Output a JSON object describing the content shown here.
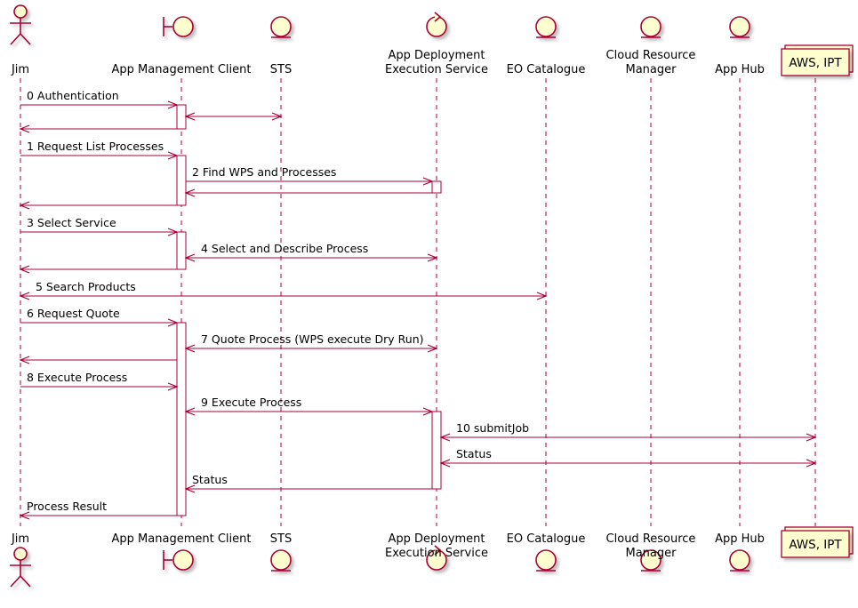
{
  "colors": {
    "line": "#A80036",
    "fill": "#FEFECE",
    "activation_fill": "#FFFFFF"
  },
  "participants": [
    {
      "id": "jim",
      "type": "actor",
      "icon": "actor-icon",
      "lines": [
        "Jim"
      ]
    },
    {
      "id": "amc",
      "type": "boundary",
      "icon": "boundary-icon",
      "lines": [
        "App Management Client"
      ]
    },
    {
      "id": "sts",
      "type": "entity",
      "icon": "entity-icon",
      "lines": [
        "STS"
      ]
    },
    {
      "id": "ades",
      "type": "control",
      "icon": "control-icon",
      "lines": [
        "App Deployment",
        "Execution Service"
      ]
    },
    {
      "id": "eoc",
      "type": "entity",
      "icon": "entity-icon",
      "lines": [
        "EO Catalogue"
      ]
    },
    {
      "id": "crm",
      "type": "entity",
      "icon": "entity-icon",
      "lines": [
        "Cloud Resource",
        "Manager"
      ]
    },
    {
      "id": "hub",
      "type": "entity",
      "icon": "entity-icon",
      "lines": [
        "App Hub"
      ]
    },
    {
      "id": "aws",
      "type": "collections",
      "icon": "collections-icon",
      "lines": [
        "AWS, IPT"
      ]
    }
  ],
  "messages": [
    {
      "from": "jim",
      "to": "amc",
      "label": "0 Authentication",
      "bi": false
    },
    {
      "from": "amc",
      "to": "sts",
      "label": "",
      "bi": true
    },
    {
      "from": "amc",
      "to": "jim",
      "label": "",
      "bi": false
    },
    {
      "from": "jim",
      "to": "amc",
      "label": "1 Request List Processes",
      "bi": false
    },
    {
      "from": "amc",
      "to": "ades",
      "label": "2 Find WPS and Processes",
      "bi": false
    },
    {
      "from": "ades",
      "to": "amc",
      "label": "",
      "bi": false
    },
    {
      "from": "amc",
      "to": "jim",
      "label": "",
      "bi": false
    },
    {
      "from": "jim",
      "to": "amc",
      "label": "3 Select Service",
      "bi": false
    },
    {
      "from": "amc",
      "to": "ades",
      "label": "4 Select and Describe Process",
      "bi": true
    },
    {
      "from": "amc",
      "to": "jim",
      "label": "",
      "bi": false
    },
    {
      "from": "jim",
      "to": "eoc",
      "label": "5 Search Products",
      "bi": true
    },
    {
      "from": "jim",
      "to": "amc",
      "label": "6 Request Quote",
      "bi": false
    },
    {
      "from": "amc",
      "to": "ades",
      "label": "7 Quote Process (WPS execute Dry Run)",
      "bi": true
    },
    {
      "from": "amc",
      "to": "jim",
      "label": "",
      "bi": false
    },
    {
      "from": "jim",
      "to": "amc",
      "label": "8 Execute Process",
      "bi": false
    },
    {
      "from": "amc",
      "to": "ades",
      "label": "9 Execute Process",
      "bi": true
    },
    {
      "from": "ades",
      "to": "aws",
      "label": "10 submitJob",
      "bi": true
    },
    {
      "from": "ades",
      "to": "aws",
      "label": "Status",
      "bi": true
    },
    {
      "from": "ades",
      "to": "amc",
      "label": "Status",
      "bi": false
    },
    {
      "from": "amc",
      "to": "jim",
      "label": "Process Result",
      "bi": false
    }
  ],
  "activations": [
    {
      "participant": "amc",
      "from_msg": 0,
      "to_msg": 2
    },
    {
      "participant": "amc",
      "from_msg": 3,
      "to_msg": 6
    },
    {
      "participant": "ades",
      "from_msg": 4,
      "to_msg": 5
    },
    {
      "participant": "amc",
      "from_msg": 7,
      "to_msg": 9
    },
    {
      "participant": "amc",
      "from_msg": 11,
      "to_msg": 19
    },
    {
      "participant": "ades",
      "from_msg": 15,
      "to_msg": 18
    }
  ]
}
